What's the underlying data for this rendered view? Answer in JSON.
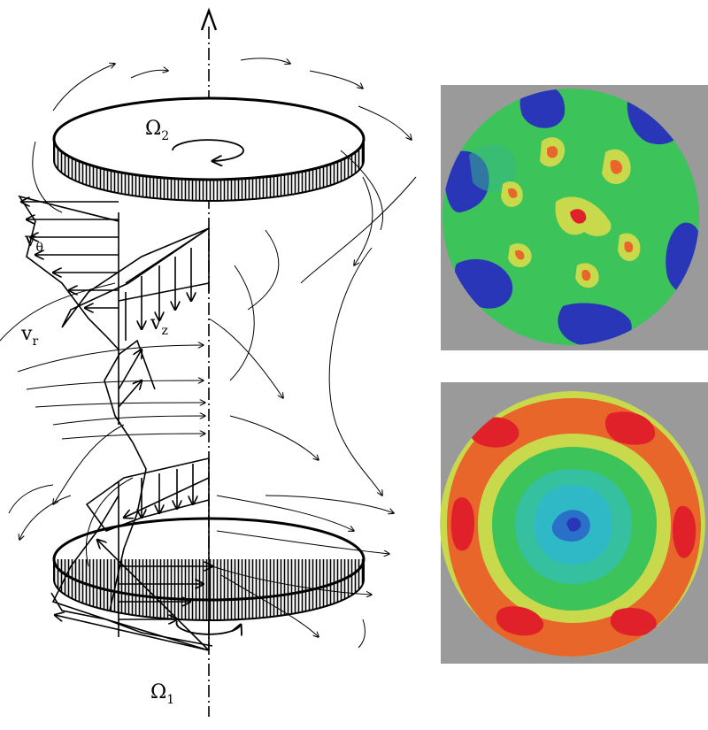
{
  "labels": {
    "omega_top": "Ω",
    "omega_top_sub": "2",
    "omega_bottom": "Ω",
    "omega_bottom_sub": "1",
    "v_theta": "v",
    "v_theta_sub": "θ",
    "v_r": "v",
    "v_r_sub": "r",
    "v_z": "v",
    "v_z_sub": "z"
  },
  "colors": {
    "line": "#000000",
    "panel_bg": "#9a9a9a",
    "blue": "#2a36b8",
    "cyan": "#2fb8c6",
    "green": "#3cc35a",
    "yellow": "#c9d94c",
    "orange": "#e8662a",
    "red": "#e0212a"
  },
  "contour_maps": [
    {
      "name": "upper-contour-map",
      "pattern": "cold-periphery-hot-center"
    },
    {
      "name": "lower-contour-map",
      "pattern": "hot-periphery-cold-center"
    }
  ]
}
